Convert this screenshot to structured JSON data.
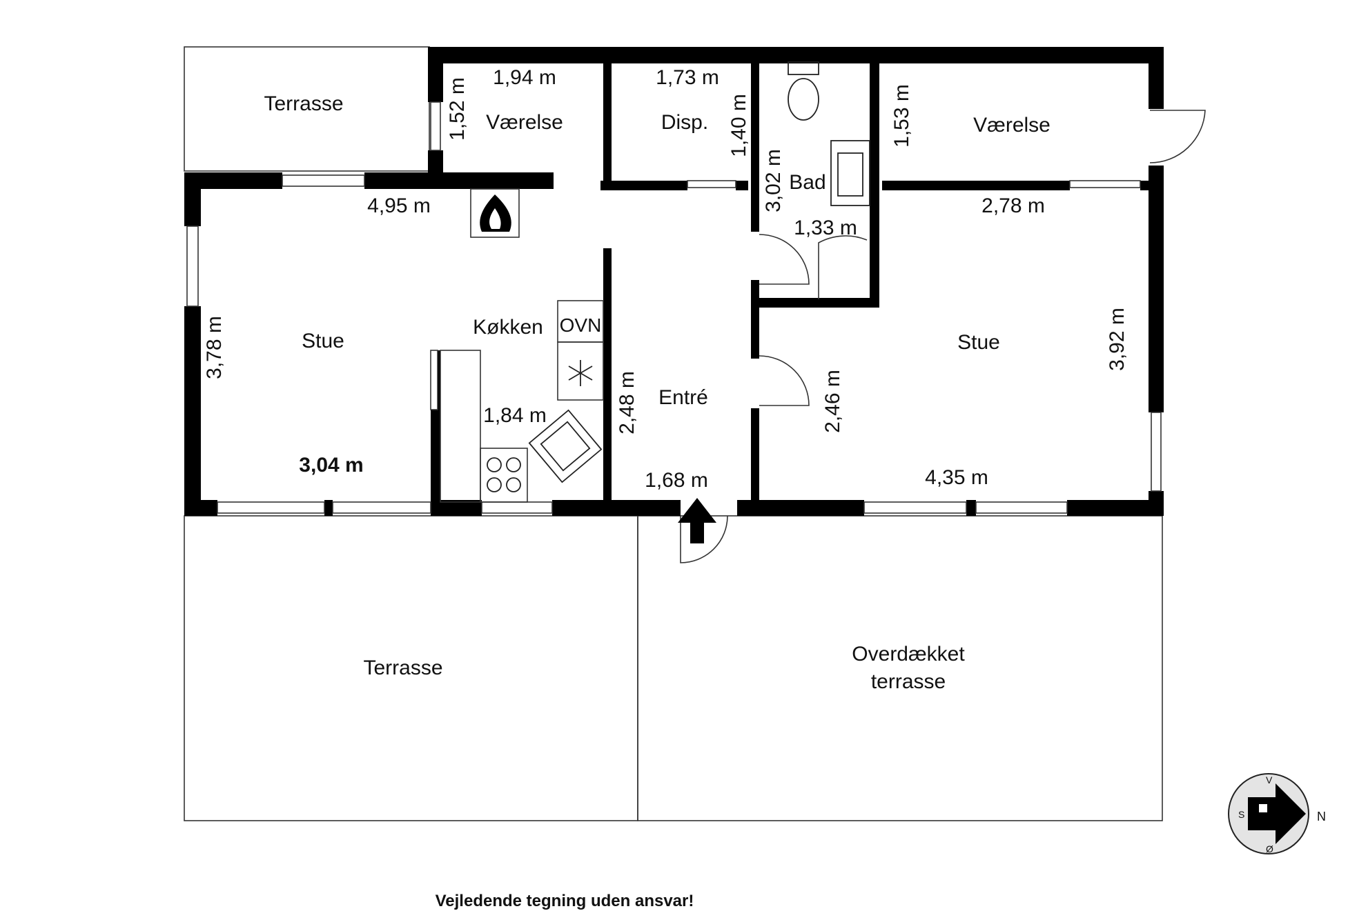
{
  "rooms": {
    "terrasse_top": "Terrasse",
    "vaerelse_left": "Værelse",
    "disp": "Disp.",
    "bad": "Bad",
    "vaerelse_right": "Værelse",
    "stue_left": "Stue",
    "koekken": "Køkken",
    "entre": "Entré",
    "stue_right": "Stue",
    "terrasse_bottom": "Terrasse",
    "overdaekket_line1": "Overdækket",
    "overdaekket_line2": "terrasse"
  },
  "dimensions": {
    "vaerelse_left_w": "1,94 m",
    "vaerelse_left_h": "1,52 m",
    "disp_w": "1,73 m",
    "disp_h": "1,40 m",
    "bad_h": "3,02 m",
    "bad_w": "1,33 m",
    "vaerelse_right_h": "1,53 m",
    "stue_right_w_top": "2,78 m",
    "stue_left_w": "4,95 m",
    "stue_left_h": "3,78 m",
    "stue_left_bottom": "3,04 m",
    "koekken_w": "1,84 m",
    "entre_h": "2,48 m",
    "entre_w": "1,68 m",
    "stue_right_inner_h": "2,46 m",
    "stue_right_h": "3,92 m",
    "stue_right_w": "4,35 m"
  },
  "appliances": {
    "oven": "OVN"
  },
  "compass": {
    "n": "N",
    "s": "S",
    "v": "V",
    "o": "Ø"
  },
  "disclaimer": "Vejledende tegning uden ansvar!",
  "icons": [
    "fireplace-icon",
    "snowflake-icon",
    "sink-icon",
    "cooktop-icon",
    "toilet-icon",
    "shower-icon",
    "entrance-arrow-icon",
    "compass-icon"
  ]
}
